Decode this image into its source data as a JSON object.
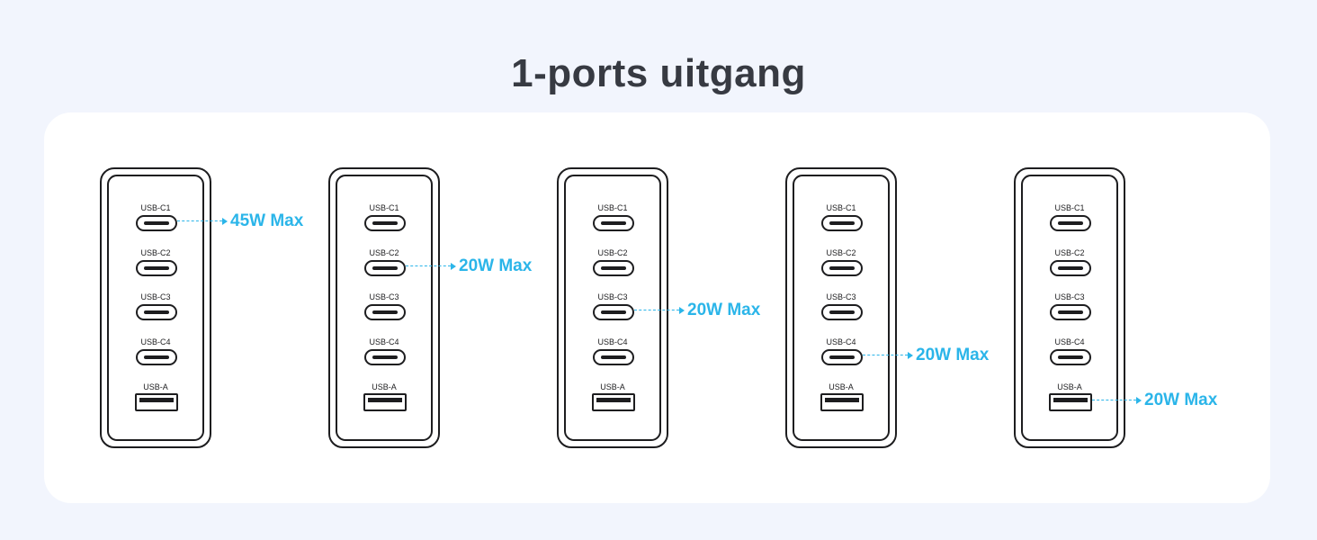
{
  "title": "1-ports uitgang",
  "colors": {
    "accent": "#2bb5e9",
    "title": "#373a42",
    "outline": "#1d1d1f",
    "background": "#f2f5fd",
    "panel": "#ffffff"
  },
  "port_labels": [
    "USB-C1",
    "USB-C2",
    "USB-C3",
    "USB-C4",
    "USB-A"
  ],
  "chargers": [
    {
      "active_port": "USB-C1",
      "output": "45W Max"
    },
    {
      "active_port": "USB-C2",
      "output": "20W Max"
    },
    {
      "active_port": "USB-C3",
      "output": "20W Max"
    },
    {
      "active_port": "USB-C4",
      "output": "20W Max"
    },
    {
      "active_port": "USB-A",
      "output": "20W Max"
    }
  ]
}
